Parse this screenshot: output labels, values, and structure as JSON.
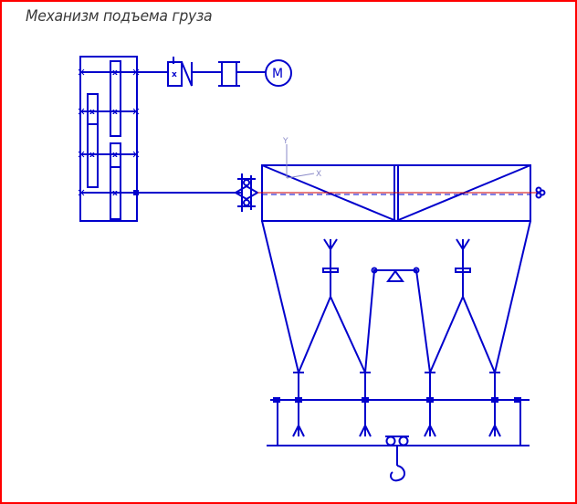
{
  "title": "Механизм подъема груза",
  "colors": {
    "line": "#0000cc",
    "frame": "#ff0000",
    "axis": "#cc0000",
    "title": "#3a3a3a"
  },
  "labels": {
    "motor": "M",
    "gear_mark": "x",
    "axis_y": "Y",
    "axis_x": "X"
  }
}
